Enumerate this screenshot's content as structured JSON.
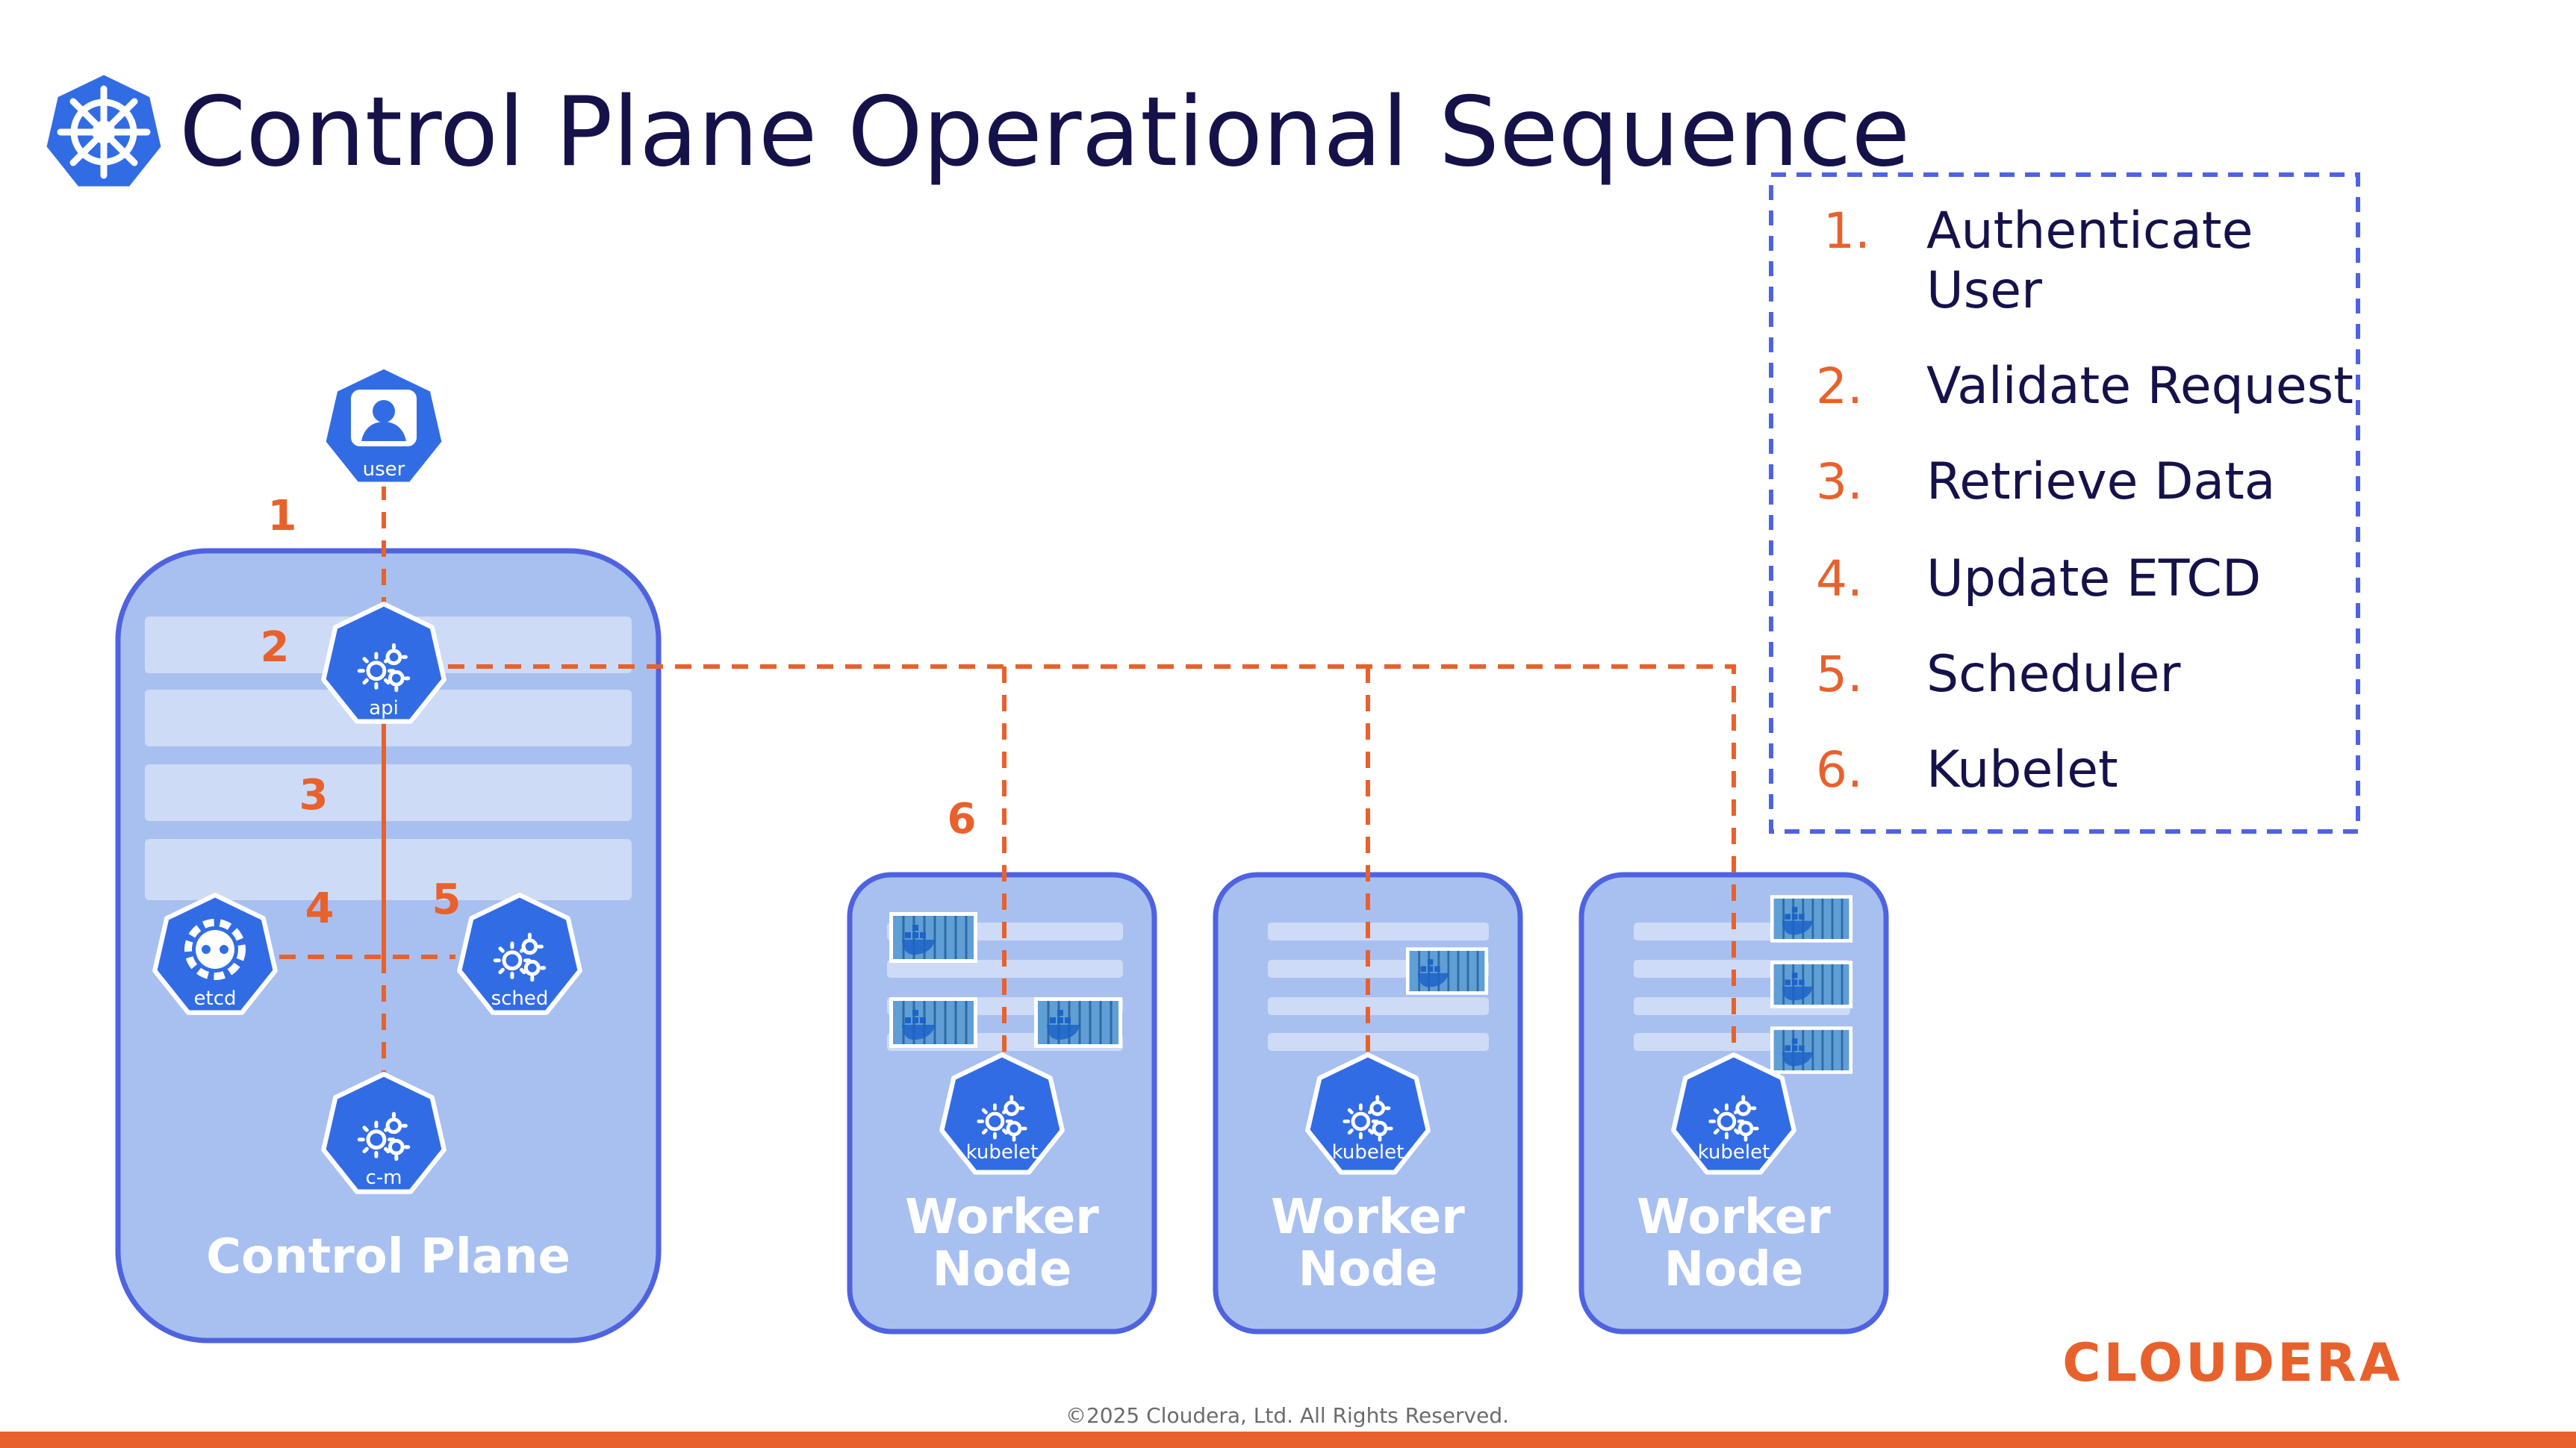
{
  "slide": {
    "title": "Control Plane Operational Sequence",
    "footer": "©2025 Cloudera, Ltd. All Rights Reserved.",
    "brand": "CLOUDERA"
  },
  "colors": {
    "accent": "#e8612c",
    "k8s_blue": "#326ce5",
    "panel_fill": "#a8c0f0",
    "panel_border": "#4f63e0",
    "title": "#15124a"
  },
  "nodes": {
    "user": "user",
    "api": "api",
    "etcd": "etcd",
    "sched": "sched",
    "cm": "c-m",
    "kubelet": "kubelet"
  },
  "step_labels": [
    "1",
    "2",
    "3",
    "4",
    "5",
    "6"
  ],
  "panels": {
    "control_plane": "Control Plane",
    "worker_line1": "Worker",
    "worker_line2": "Node"
  },
  "legend": [
    {
      "num": "1.",
      "lines": [
        "Authenticate",
        "User"
      ]
    },
    {
      "num": "2.",
      "lines": [
        "Validate Request"
      ]
    },
    {
      "num": "3.",
      "lines": [
        "Retrieve Data"
      ]
    },
    {
      "num": "4.",
      "lines": [
        "Update ETCD"
      ]
    },
    {
      "num": "5.",
      "lines": [
        "Scheduler"
      ]
    },
    {
      "num": "6.",
      "lines": [
        "Kubelet"
      ]
    }
  ],
  "icons": {
    "logo": "kubernetes-helm-icon",
    "user": "user-icon",
    "gears": "gears-icon",
    "etcd": "etcd-icon",
    "container": "docker-container-icon"
  }
}
